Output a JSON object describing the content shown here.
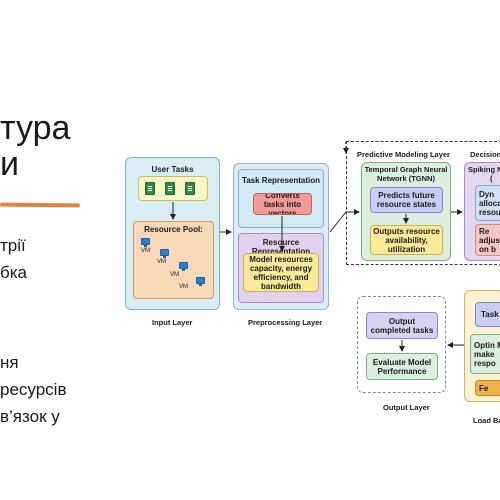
{
  "slide": {
    "title_line1": "тура",
    "title_line2": "и",
    "bullets": [
      "трії",
      "бка",
      "ня",
      " ресурсів",
      "в’язок у"
    ]
  },
  "diagram": {
    "input_layer": {
      "caption": "Input Layer",
      "user_tasks": "User Tasks",
      "resource_pool": "Resource Pool:",
      "vm_labels": [
        "VM",
        "VM",
        "VM",
        "VM"
      ]
    },
    "preprocessing_layer": {
      "caption": "Preprocessing Layer",
      "task_representation": "Task Representation",
      "converts_tasks": "Converts tasks into vectors",
      "resource_representation": "Resource Representation",
      "model_resources": "Model resources capacity, energy efficiency, and bandwidth"
    },
    "predictive_layer": {
      "title": "Predictive Modeling Layer",
      "tgnn": "Temporal Graph Neural Network (TGNN)",
      "predicts": "Predicts future resource states",
      "outputs": "Outputs resource availability, utilization"
    },
    "decision_layer": {
      "title": "Decision",
      "spiking": "Spiking N",
      "spiking_sub": "(",
      "dyn": "Dyn allocat resou",
      "re": "Re adjustm on b"
    },
    "output_layer": {
      "caption": "Output Layer",
      "output_completed": "Output completed tasks",
      "evaluate": "Evaluate Model Performance"
    },
    "load_balancing": {
      "caption": "Load Ba",
      "task": "Task",
      "optim": "Optin Mi make respo",
      "fe": "Fe"
    }
  }
}
